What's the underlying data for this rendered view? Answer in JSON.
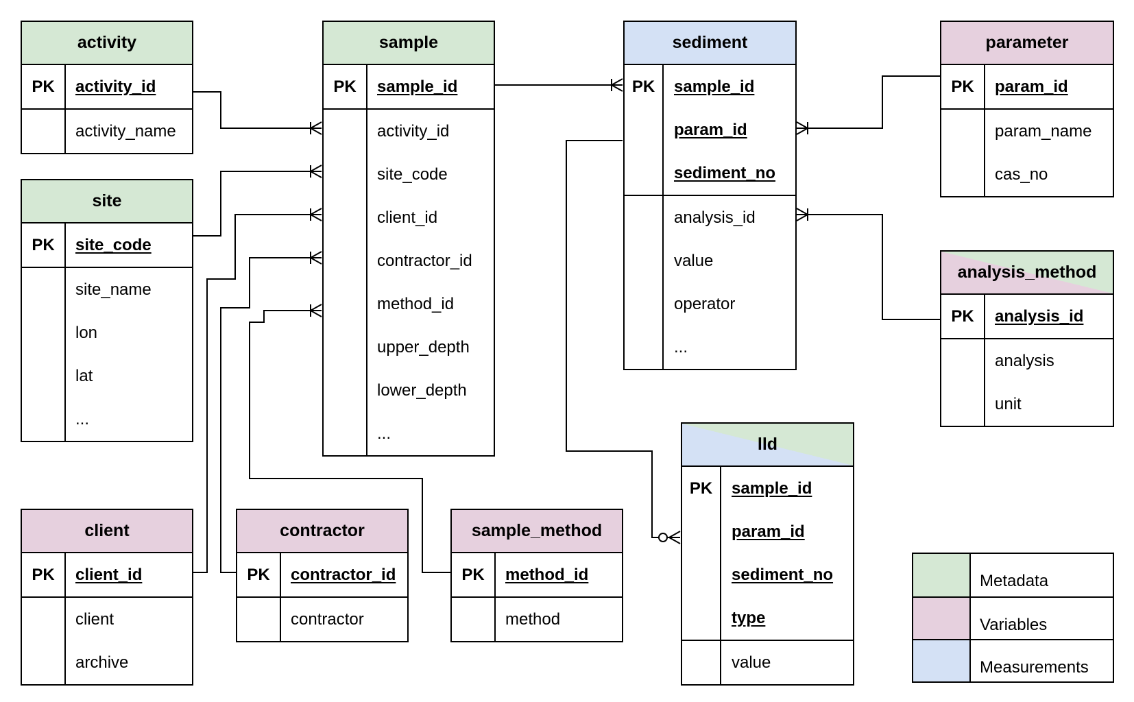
{
  "entities": {
    "activity": {
      "title": "activity",
      "pk_label": "PK",
      "key_fields": [
        "activity_id"
      ],
      "fields": [
        "activity_name"
      ]
    },
    "site": {
      "title": "site",
      "pk_label": "PK",
      "key_fields": [
        "site_code"
      ],
      "fields": [
        "site_name",
        "lon",
        "lat",
        "..."
      ]
    },
    "sample": {
      "title": "sample",
      "pk_label": "PK",
      "key_fields": [
        "sample_id"
      ],
      "fields": [
        "activity_id",
        "site_code",
        "client_id",
        "contractor_id",
        "method_id",
        "upper_depth",
        "lower_depth",
        "..."
      ]
    },
    "sediment": {
      "title": "sediment",
      "pk_label": "PK",
      "key_fields": [
        "sample_id",
        "param_id",
        "sediment_no"
      ],
      "fields": [
        "analysis_id",
        "value",
        "operator",
        "..."
      ]
    },
    "parameter": {
      "title": "parameter",
      "pk_label": "PK",
      "key_fields": [
        "param_id"
      ],
      "fields": [
        "param_name",
        "cas_no"
      ]
    },
    "analysis_method": {
      "title": "analysis_method",
      "pk_label": "PK",
      "key_fields": [
        "analysis_id"
      ],
      "fields": [
        "analysis",
        "unit"
      ]
    },
    "client": {
      "title": "client",
      "pk_label": "PK",
      "key_fields": [
        "client_id"
      ],
      "fields": [
        "client",
        "archive"
      ]
    },
    "contractor": {
      "title": "contractor",
      "pk_label": "PK",
      "key_fields": [
        "contractor_id"
      ],
      "fields": [
        "contractor"
      ]
    },
    "sample_method": {
      "title": "sample_method",
      "pk_label": "PK",
      "key_fields": [
        "method_id"
      ],
      "fields": [
        "method"
      ]
    },
    "lld": {
      "title": "lld",
      "pk_label": "PK",
      "key_fields": [
        "sample_id",
        "param_id",
        "sediment_no",
        "type"
      ],
      "fields": [
        "value"
      ]
    }
  },
  "legend": {
    "items": [
      {
        "label": "Metadata",
        "color": "#d5e8d4"
      },
      {
        "label": "Variables",
        "color": "#e6d0de"
      },
      {
        "label": "Measurements",
        "color": "#d4e1f5"
      }
    ]
  },
  "colors": {
    "metadata": "#d5e8d4",
    "variables": "#e6d0de",
    "measurements": "#d4e1f5",
    "line": "#000000"
  }
}
